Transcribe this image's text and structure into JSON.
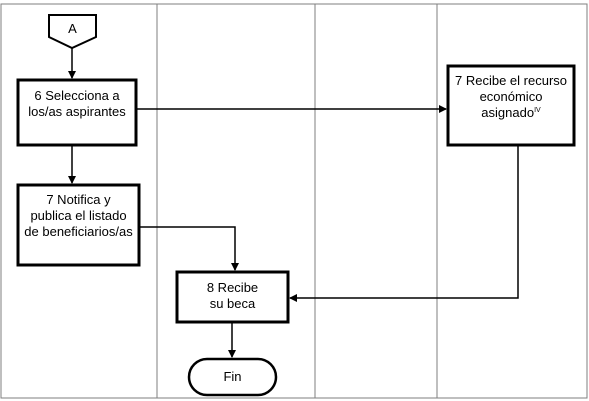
{
  "diagram": {
    "connector_label": "A",
    "steps": [
      {
        "id": "s6",
        "label": "6 Selecciona a los/as aspirantes"
      },
      {
        "id": "s7a",
        "label": "7 Notifica y publica el listado de beneficiarios/as"
      },
      {
        "id": "s7b",
        "label": "7 Recibe el recurso económico asignado",
        "superscript": "IV"
      },
      {
        "id": "s8",
        "label": "8 Recibe su beca"
      }
    ],
    "end_label": "Fin"
  }
}
